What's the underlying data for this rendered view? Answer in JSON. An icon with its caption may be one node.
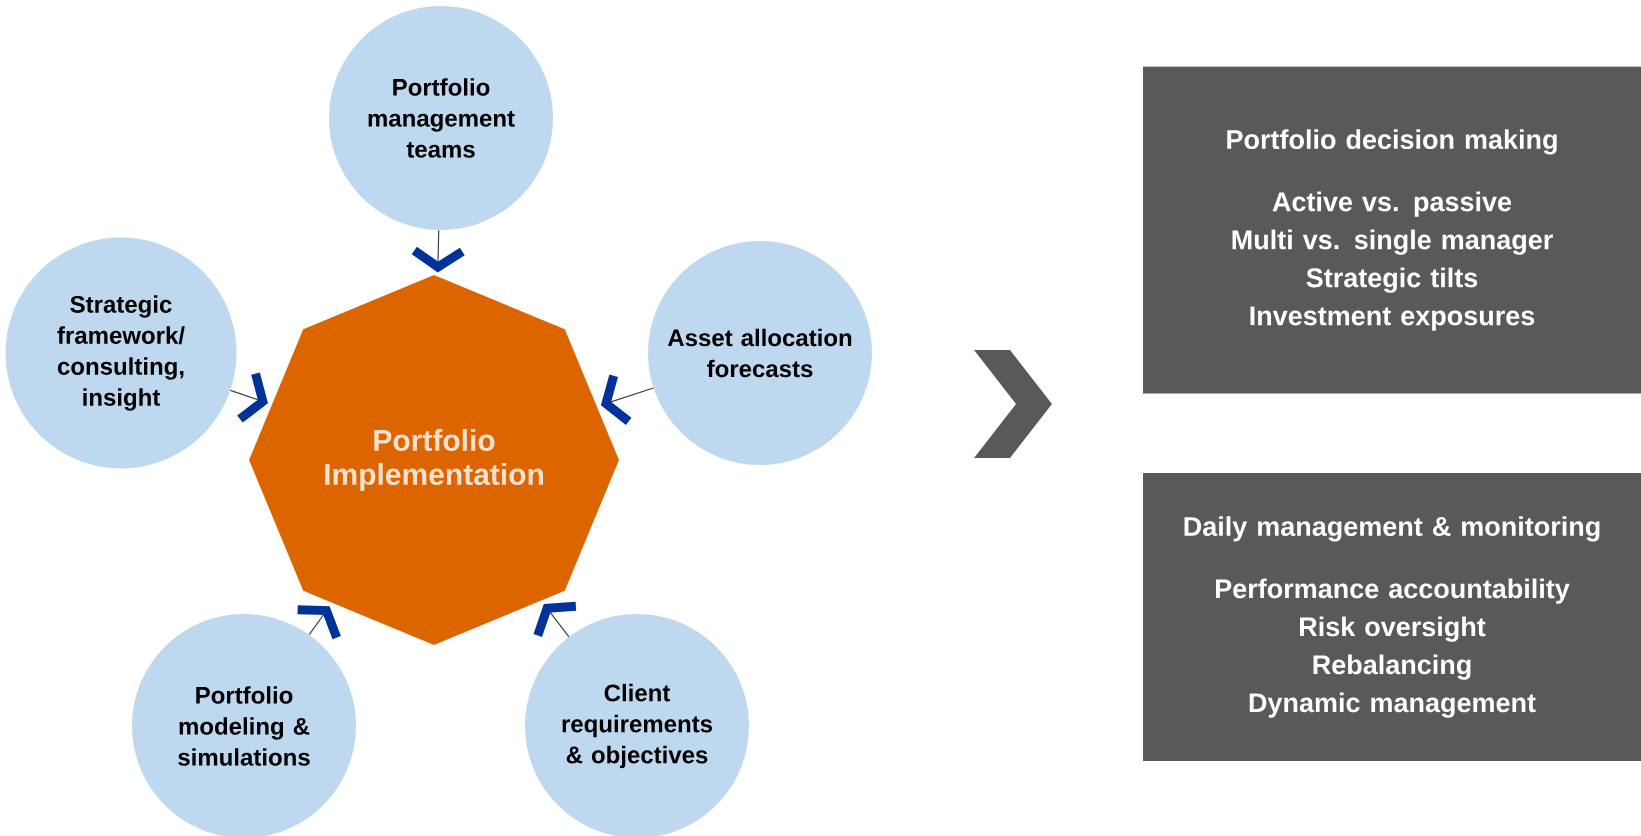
{
  "diagram": {
    "nodes": [
      {
        "text": [
          "Portfolio Implementation"
        ]
      },
      {
        "text": [
          "Portfolio management teams"
        ]
      },
      {
        "text": [
          "Asset allocation forecasts"
        ]
      },
      {
        "text": [
          "Client requirements & objectives"
        ]
      },
      {
        "text": [
          "Portfolio modeling & simulations"
        ]
      },
      {
        "text": [
          "Strategic framework/ consulting, insight"
        ]
      },
      {
        "text": [
          "Portfolio decision making",
          "Active vs. passive",
          "Multi vs. single manager",
          "Strategic tilts",
          "Investment exposures"
        ]
      },
      {
        "text": [
          "Daily management & monitoring",
          "Performance accountability",
          "Risk oversight",
          "Rebalancing",
          "Dynamic management"
        ]
      }
    ],
    "edges": [
      {
        "from": 1,
        "to": 0,
        "arrow": "to"
      },
      {
        "from": 2,
        "to": 0,
        "arrow": "to"
      },
      {
        "from": 3,
        "to": 0,
        "arrow": "to"
      },
      {
        "from": 4,
        "to": 0,
        "arrow": "to"
      },
      {
        "from": 5,
        "to": 0,
        "arrow": "to"
      }
    ]
  }
}
